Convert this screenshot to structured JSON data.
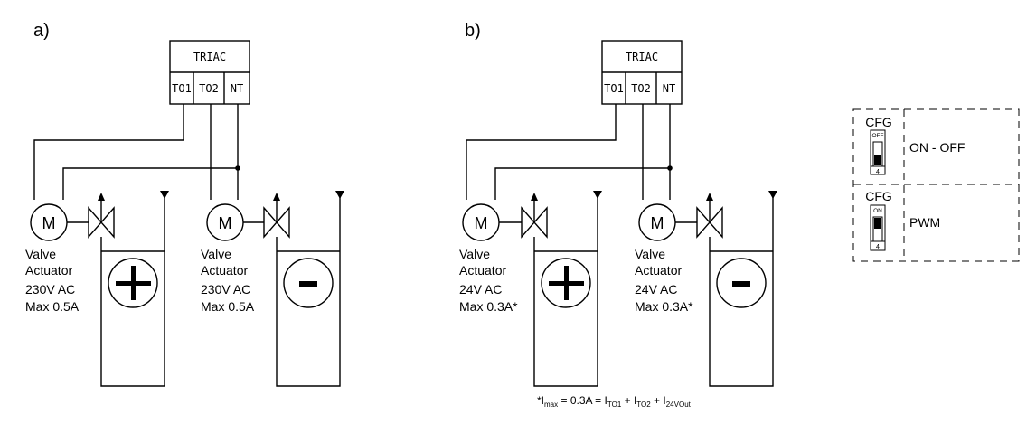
{
  "panels": [
    {
      "tag": "a)",
      "triac": {
        "title": "TRIAC",
        "terminals": [
          "TO1",
          "TO2",
          "NT"
        ]
      },
      "actuators": [
        {
          "motor": "M",
          "lines": [
            "Valve",
            "Actuator",
            "230V AC",
            "Max 0.5A"
          ]
        },
        {
          "motor": "M",
          "lines": [
            "Valve",
            "Actuator",
            "230V AC",
            "Max 0.5A"
          ]
        }
      ],
      "tanks": [
        {
          "symbol": "plus"
        },
        {
          "symbol": "minus"
        }
      ]
    },
    {
      "tag": "b)",
      "triac": {
        "title": "TRIAC",
        "terminals": [
          "TO1",
          "TO2",
          "NT"
        ]
      },
      "actuators": [
        {
          "motor": "M",
          "lines": [
            "Valve",
            "Actuator",
            "24V AC",
            "Max 0.3A*"
          ]
        },
        {
          "motor": "M",
          "lines": [
            "Valve",
            "Actuator",
            "24V AC",
            "Max 0.3A*"
          ]
        }
      ],
      "tanks": [
        {
          "symbol": "plus"
        },
        {
          "symbol": "minus"
        }
      ]
    }
  ],
  "footnote": {
    "prefix": "*I",
    "max_sub": "max",
    "equals": " = 0.3A = I",
    "t1_sub": "TO1",
    "plus1": " + I",
    "t2_sub": "TO2",
    "plus2": " + I",
    "t3_sub": "24VOut"
  },
  "config": [
    {
      "label": "CFG",
      "switch_state": "OFF",
      "switch_number": "4",
      "mode": "ON - OFF"
    },
    {
      "label": "CFG",
      "switch_state": "ON",
      "switch_number": "4",
      "mode": "PWM"
    }
  ]
}
